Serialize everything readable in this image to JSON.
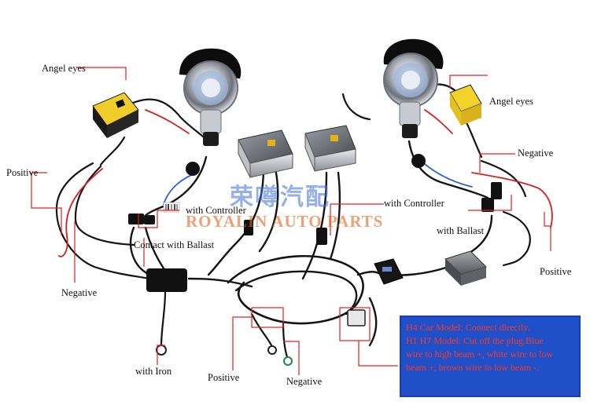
{
  "labels": {
    "angel_eyes_left": "Angel eyes",
    "angel_eyes_right": "Angel eyes",
    "positive_left": "Positive",
    "negative_left": "Negative",
    "with_controller_left": "with Controller",
    "contact_with_ballast": "Contact with Ballast",
    "with_iron": "with Iron",
    "positive_bottom": "Positive",
    "negative_bottom": "Negative",
    "with_controller_right": "with Controller",
    "negative_right": "Negative",
    "with_ballast_right": "with Ballast",
    "positive_right": "Positive"
  },
  "watermark": {
    "chinese": "荣噂汽配",
    "english": "ROYALIN AUTO PARTS"
  },
  "note": {
    "line1": "H4 Car Model: Connect directly.",
    "line2": "H1 H7 Model: Cut off the plug.Blue",
    "line3": "wire to high beam +, white wire to low",
    "line4": "beam +, brown wire to low beam -."
  },
  "colors": {
    "label_line": "#e02020",
    "wire": "#141414",
    "wire_red": "#d42020",
    "wire_blue": "#2a5fd6",
    "note_bg": "#1f4fc9",
    "note_text": "#ff3b1f",
    "watermark_cn": "#3f6fd8",
    "watermark_en": "#e0641e"
  }
}
